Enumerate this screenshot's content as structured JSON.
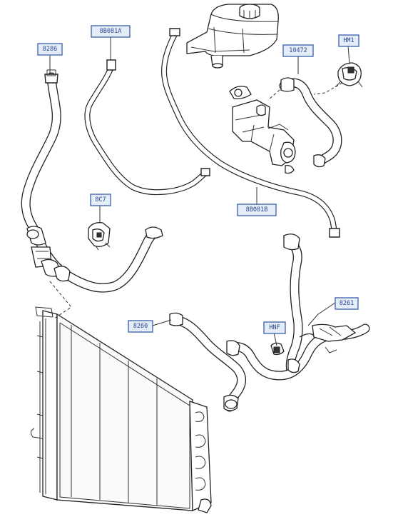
{
  "callouts": [
    {
      "id": "c1",
      "text": "8286"
    },
    {
      "id": "c2",
      "text": "8B081A"
    },
    {
      "id": "c3",
      "text": "10472"
    },
    {
      "id": "c4",
      "text": "HM1"
    },
    {
      "id": "c5",
      "text": "8C7"
    },
    {
      "id": "c6",
      "text": "8B081B"
    },
    {
      "id": "c7",
      "text": "8260"
    },
    {
      "id": "c8",
      "text": "HNF"
    },
    {
      "id": "c9",
      "text": "8261"
    }
  ]
}
